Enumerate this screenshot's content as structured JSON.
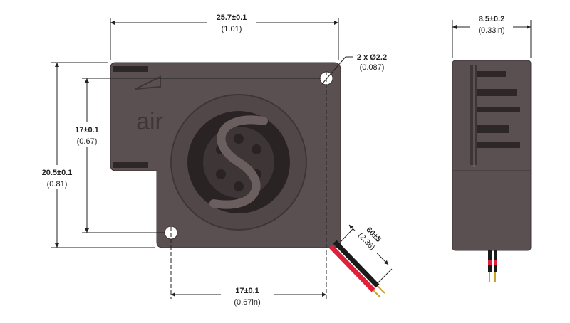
{
  "front_view": {
    "brand_text": "air",
    "width_dim": {
      "value": "25.7±0.1",
      "inches": "(1.01)"
    },
    "height_dim": {
      "value": "20.5±0.1",
      "inches": "(0.81)"
    },
    "hole_spacing_vertical": {
      "value": "17±0.1",
      "inches": "(0.67)"
    },
    "hole_spacing_horizontal": {
      "value": "17±0.1",
      "inches": "(0.67in)"
    },
    "hole_callout": {
      "value": "2 x Ø2.2",
      "inches": "(0.087)"
    },
    "wire_length": {
      "value": "60±5",
      "inches": "(2.36)"
    }
  },
  "side_view": {
    "depth_dim": {
      "value": "8.5±0.2",
      "inches": "(0.33in)"
    }
  },
  "colors": {
    "body": "#5b5051",
    "body_dark": "#3e3537",
    "wire_red": "#e0203a",
    "wire_black": "#1a1a1a",
    "pin": "#c9a227"
  }
}
